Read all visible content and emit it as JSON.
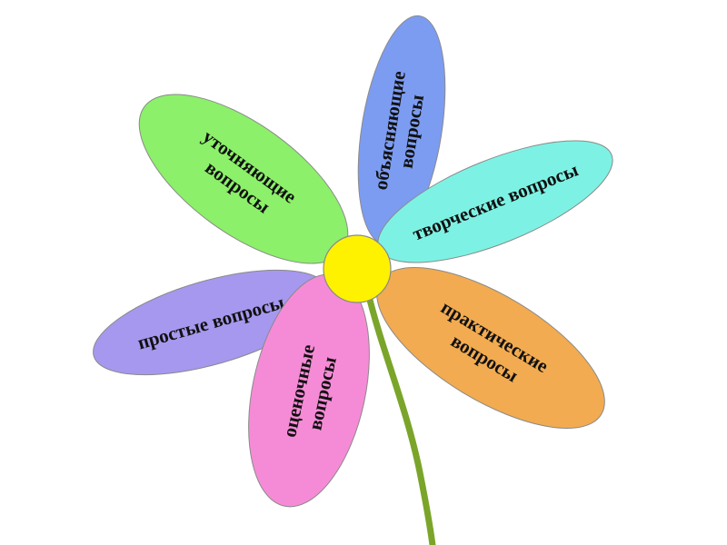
{
  "diagram": {
    "center_color": "#FFF200",
    "stem_color": "#7AA52A",
    "petals": [
      {
        "id": "utochnyayushchie",
        "lines": [
          "уточняющие",
          "вопросы"
        ],
        "fill": "#8CF06A"
      },
      {
        "id": "obyasnyayushchie",
        "lines": [
          "объясняющие",
          "вопросы"
        ],
        "fill": "#7C9CF2"
      },
      {
        "id": "tvorcheskie",
        "lines": [
          "творческие вопросы"
        ],
        "fill": "#7DF2E4"
      },
      {
        "id": "prakticheskie",
        "lines": [
          "практические",
          "вопросы"
        ],
        "fill": "#F2AB50"
      },
      {
        "id": "otsenochnye",
        "lines": [
          "оценочные",
          "вопросы"
        ],
        "fill": "#F58BD6"
      },
      {
        "id": "prostye",
        "lines": [
          "простые вопросы"
        ],
        "fill": "#A698EE"
      }
    ]
  }
}
